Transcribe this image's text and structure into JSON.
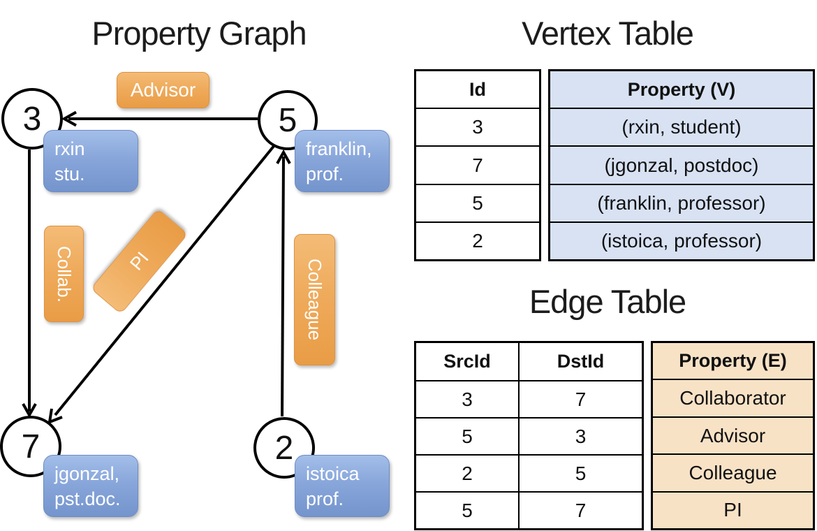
{
  "diagram": {
    "title": "Property Graph",
    "nodes": [
      {
        "id": "3",
        "prop_line1": "rxin",
        "prop_line2": "stu."
      },
      {
        "id": "5",
        "prop_line1": "franklin,",
        "prop_line2": "prof."
      },
      {
        "id": "7",
        "prop_line1": "jgonzal,",
        "prop_line2": "pst.doc."
      },
      {
        "id": "2",
        "prop_line1": "istoica",
        "prop_line2": "prof."
      }
    ],
    "edge_pills": [
      {
        "label": "Advisor"
      },
      {
        "label": "Collab."
      },
      {
        "label": "PI"
      },
      {
        "label": "Colleague"
      }
    ]
  },
  "vertex_table": {
    "title": "Vertex Table",
    "columns": [
      "Id",
      "Property (V)"
    ],
    "rows": [
      [
        "3",
        "(rxin, student)"
      ],
      [
        "7",
        "(jgonzal, postdoc)"
      ],
      [
        "5",
        "(franklin, professor)"
      ],
      [
        "2",
        "(istoica, professor)"
      ]
    ]
  },
  "edge_table": {
    "title": "Edge Table",
    "columns": [
      "SrcId",
      "DstId",
      "Property (E)"
    ],
    "rows": [
      [
        "3",
        "7",
        "Collaborator"
      ],
      [
        "5",
        "3",
        "Advisor"
      ],
      [
        "2",
        "5",
        "Colleague"
      ],
      [
        "5",
        "7",
        "PI"
      ]
    ]
  },
  "colors": {
    "background": "#ffffff",
    "line": "#000000",
    "node_fill": "#ffffff",
    "orange_pill_top": "#f4bc77",
    "orange_pill_bottom": "#e99c45",
    "orange_pill_border": "#dd9140",
    "blue_box_top": "#a3bee9",
    "blue_box_bottom": "#7494cd",
    "blue_box_border": "#6d8cc2",
    "vertex_property_fill": "#d8e2f3",
    "edge_property_fill": "#f8e2c6",
    "text_on_pills": "#ffffff",
    "table_text": "#111111"
  }
}
